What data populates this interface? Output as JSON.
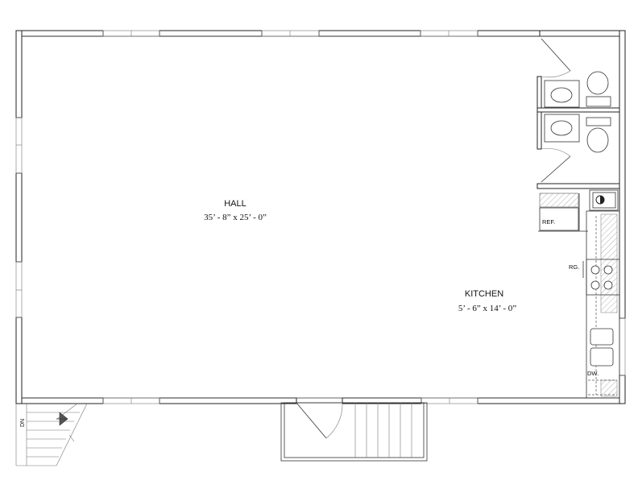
{
  "rooms": {
    "hall": {
      "name": "HALL",
      "dimensions": "35’ - 8” x 25’ - 0”"
    },
    "kitchen": {
      "name": "KITCHEN",
      "dimensions": "5’ - 6” x 14’ - 0”"
    }
  },
  "fixtures": {
    "refrigerator": "REF.",
    "range": "RG.",
    "dishwasher": "DW."
  },
  "stair": {
    "direction": "DN"
  }
}
